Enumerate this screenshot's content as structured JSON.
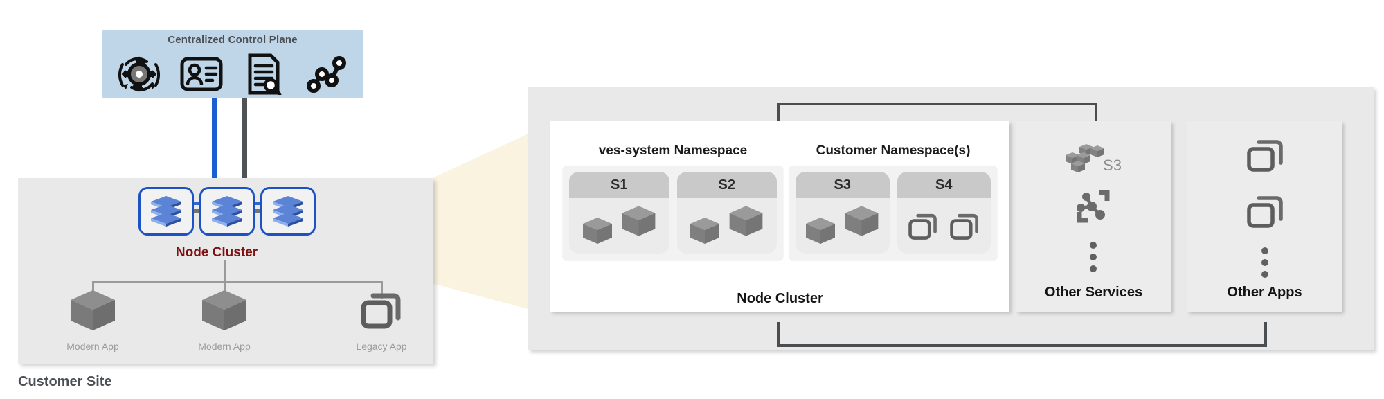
{
  "diagram": {
    "title_customer_site": "Customer Site",
    "control_plane": {
      "title": "Centralized Control Plane",
      "icons": [
        "config-sync-gear-icon",
        "identity-card-icon",
        "document-audit-icon",
        "graph-topology-icon"
      ]
    },
    "links": [
      {
        "name": "control-plane-blue-link",
        "color": "#1a5fd0"
      },
      {
        "name": "control-plane-gray-link",
        "color": "#4e5356"
      }
    ],
    "node_cluster": {
      "label": "Node Cluster",
      "nodes": [
        "node-1",
        "node-2",
        "node-3"
      ],
      "accent_color": "#1d52c4",
      "label_color": "#7e1012"
    },
    "apps": [
      {
        "label": "Modern App",
        "icon": "cube-icon"
      },
      {
        "label": "Modern App",
        "icon": "cube-icon"
      },
      {
        "label": "Legacy App",
        "icon": "vm-stack-icon"
      }
    ]
  },
  "expanded": {
    "node_cluster_label": "Node Cluster",
    "namespaces": [
      {
        "title": "ves-system Namespace",
        "services": [
          {
            "label": "S1",
            "workload_icon": "cube-icon",
            "count": 2
          },
          {
            "label": "S2",
            "workload_icon": "cube-icon",
            "count": 2
          }
        ]
      },
      {
        "title": "Customer Namespace(s)",
        "services": [
          {
            "label": "S3",
            "workload_icon": "cube-icon",
            "count": 2
          },
          {
            "label": "S4",
            "workload_icon": "vm-stack-icon",
            "count": 2
          }
        ]
      }
    ],
    "other_services": {
      "label": "Other Services",
      "icons": [
        "s3-bucket-icon",
        "service-mesh-icon",
        "more-vertical-icon"
      ],
      "s3_text": "S3"
    },
    "other_apps": {
      "label": "Other Apps",
      "icons": [
        "vm-stack-icon",
        "vm-stack-icon",
        "more-vertical-icon"
      ]
    }
  },
  "colors": {
    "control_plane_bg": "#bfd5e8",
    "panel_bg": "#e9e9e9",
    "beam": "#faf3e0",
    "bracket": "#4a4e51"
  }
}
